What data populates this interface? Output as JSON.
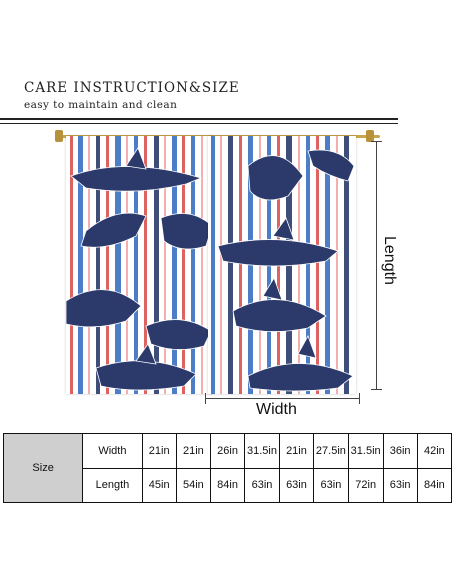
{
  "header": {
    "title": "CARE INSTRUCTION&SIZE",
    "subtitle": "easy to maintain and clean"
  },
  "product": {
    "image": "shark-pattern-curtain-panels",
    "colors": {
      "navy": "#2b3a6b",
      "blue": "#3b6fc2",
      "red": "#d9534f",
      "pink": "#f2a7a7",
      "white": "#ffffff"
    }
  },
  "dimensions": {
    "length_label": "Length",
    "width_label": "Width"
  },
  "size_table": {
    "head": "Size",
    "width_label": "Width",
    "length_label": "Length",
    "widths": [
      "21in",
      "21in",
      "26in",
      "31.5in",
      "21in",
      "27.5in",
      "31.5in",
      "36in",
      "42in"
    ],
    "lengths": [
      "45in",
      "54in",
      "84in",
      "63in",
      "63in",
      "63in",
      "72in",
      "63in",
      "84in"
    ]
  }
}
